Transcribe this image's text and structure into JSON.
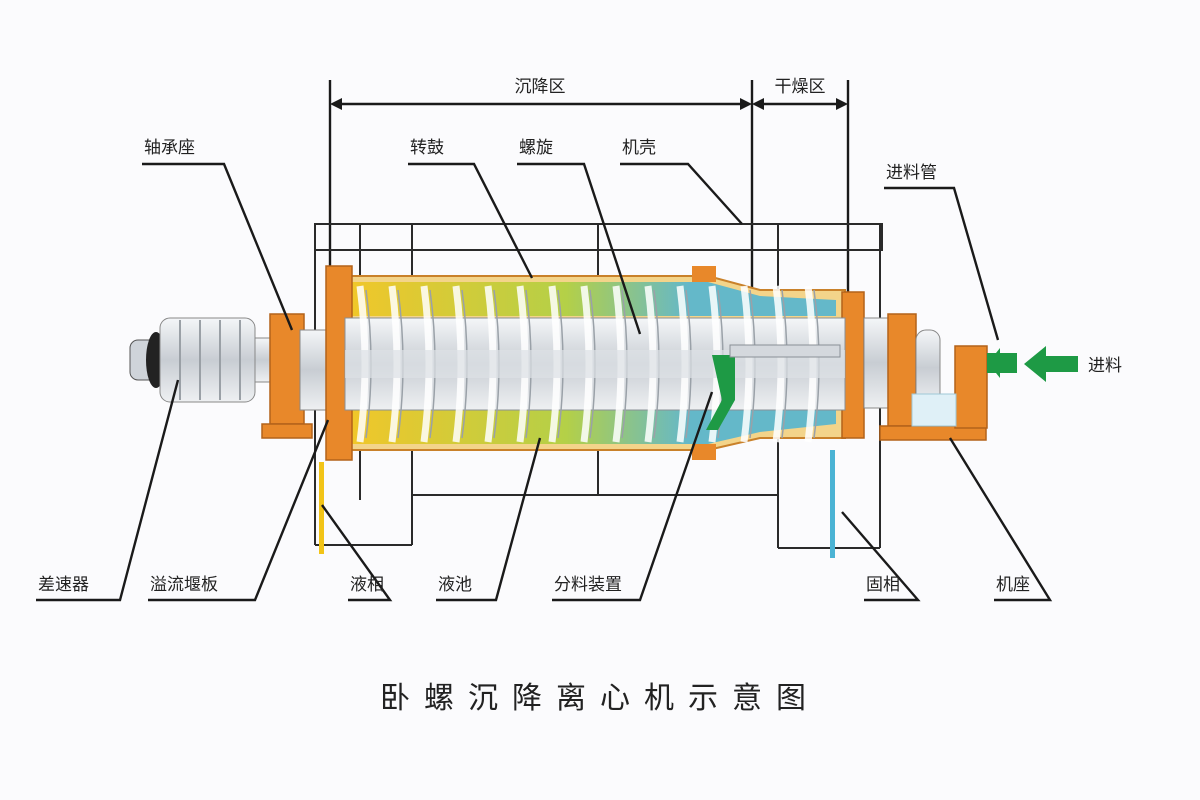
{
  "title": "卧螺沉降离心机示意图",
  "zones": {
    "settling": "沉降区",
    "drying": "干燥区"
  },
  "labels": {
    "bearing_seat": "轴承座",
    "drum": "转鼓",
    "screw": "螺旋",
    "casing": "机壳",
    "feed_pipe": "进料管",
    "feed": "进料",
    "differential": "差速器",
    "overflow_weir": "溢流堰板",
    "liquid_phase": "液相",
    "liquid_pool": "液池",
    "distributor": "分料装置",
    "solid_phase": "固相",
    "machine_base": "机座"
  },
  "colors": {
    "orange": "#e8882a",
    "yellow": "#f2c418",
    "cyan": "#4bb3d4",
    "green": "#1e9a45",
    "steel": "#d9dde2"
  },
  "icons": {
    "feed_arrow": "arrow-left-icon"
  }
}
